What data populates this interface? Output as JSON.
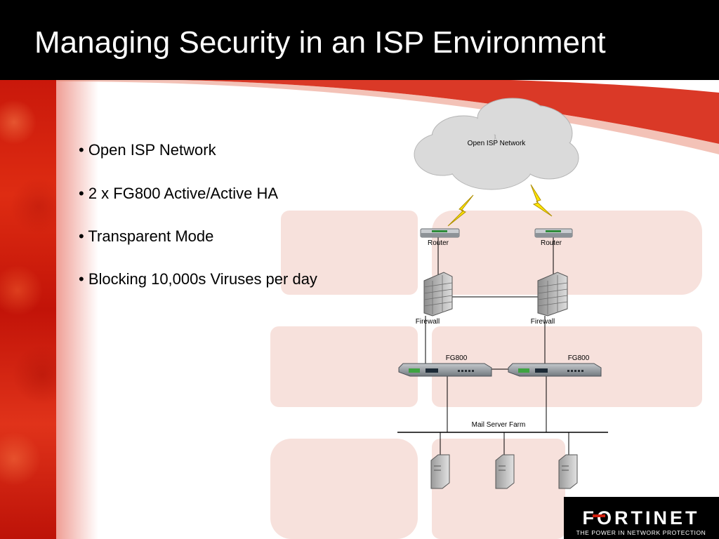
{
  "slide": {
    "title": "Managing Security in an ISP Environment",
    "bullets": [
      "• Open ISP Network",
      "• 2 x FG800 Active/Active HA",
      "• Transparent Mode",
      "• Blocking 10,000s Viruses per day"
    ]
  },
  "diagram": {
    "cloud_label": "Open ISP Network",
    "routers": [
      "Router",
      "Router"
    ],
    "firewalls": [
      "Firewall",
      "Firewall"
    ],
    "fg_units": [
      "FG800",
      "FG800"
    ],
    "lan_label": "Mail Server Farm",
    "server_count": 3
  },
  "logo": {
    "wordmark": "FORTINET",
    "tagline": "THE POWER IN NETWORK PROTECTION"
  },
  "colors": {
    "title_bar": "#000000",
    "title_text": "#ffffff",
    "accent_red": "#d0200e",
    "watermark": "#f6dcd6",
    "cloud": "#d8d8d8",
    "lightning": "#ffe600"
  }
}
